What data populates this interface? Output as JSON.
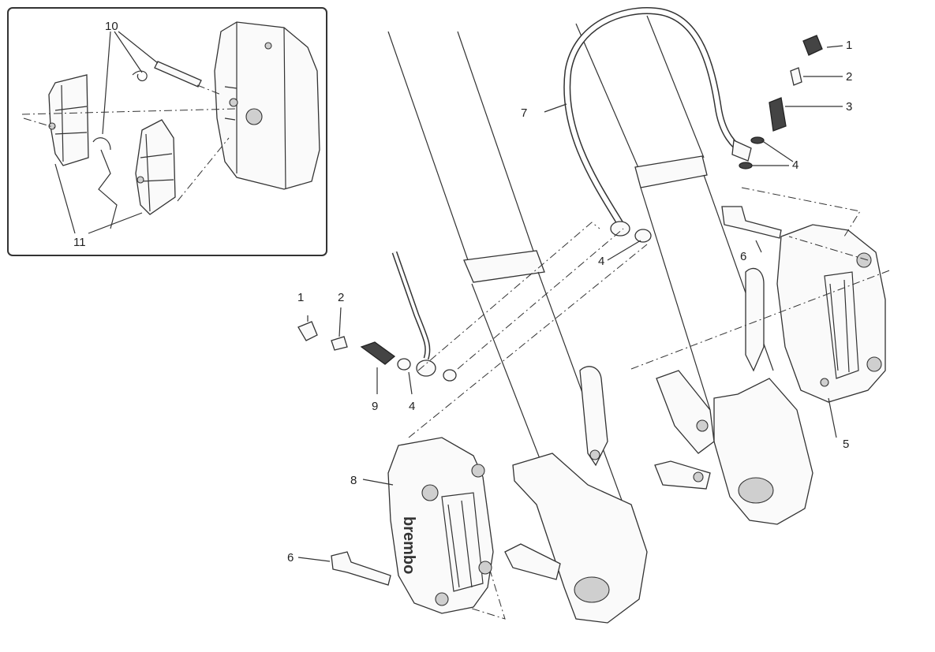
{
  "labels": {
    "top_right": [
      "1",
      "2",
      "3",
      "4",
      "4"
    ],
    "hose": "7",
    "bolt_right": "6",
    "caliper_right": "5",
    "left_group": [
      "1",
      "2",
      "9",
      "4"
    ],
    "caliper_left": "8",
    "bolt_left": "6",
    "inset": [
      "10",
      "11"
    ]
  },
  "brand_text": "brembo",
  "colors": {
    "ink": "#333333",
    "background": "#ffffff"
  }
}
